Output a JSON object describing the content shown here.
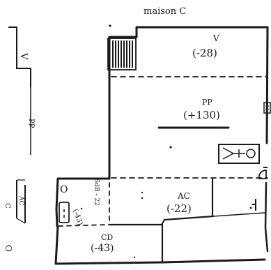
{
  "title": "maison C",
  "rooms": {
    "v": {
      "name": "V",
      "level": "(-28)"
    },
    "pp": {
      "name": "PP",
      "level": "(+130)"
    },
    "ac": {
      "name": "AC",
      "level": "(-22)"
    },
    "cd": {
      "name": "CD",
      "level": "(-43)"
    },
    "sdb": {
      "name": "SdB",
      "level": "(-43)",
      "vertical_note": "SdB - 22"
    },
    "fixture": {
      "label": "O"
    }
  },
  "elevation": {
    "labels": [
      "V",
      "PP",
      "AC",
      "C",
      "O"
    ]
  },
  "colors": {
    "ink": "#1a1a1a",
    "paper": "#ffffff"
  }
}
